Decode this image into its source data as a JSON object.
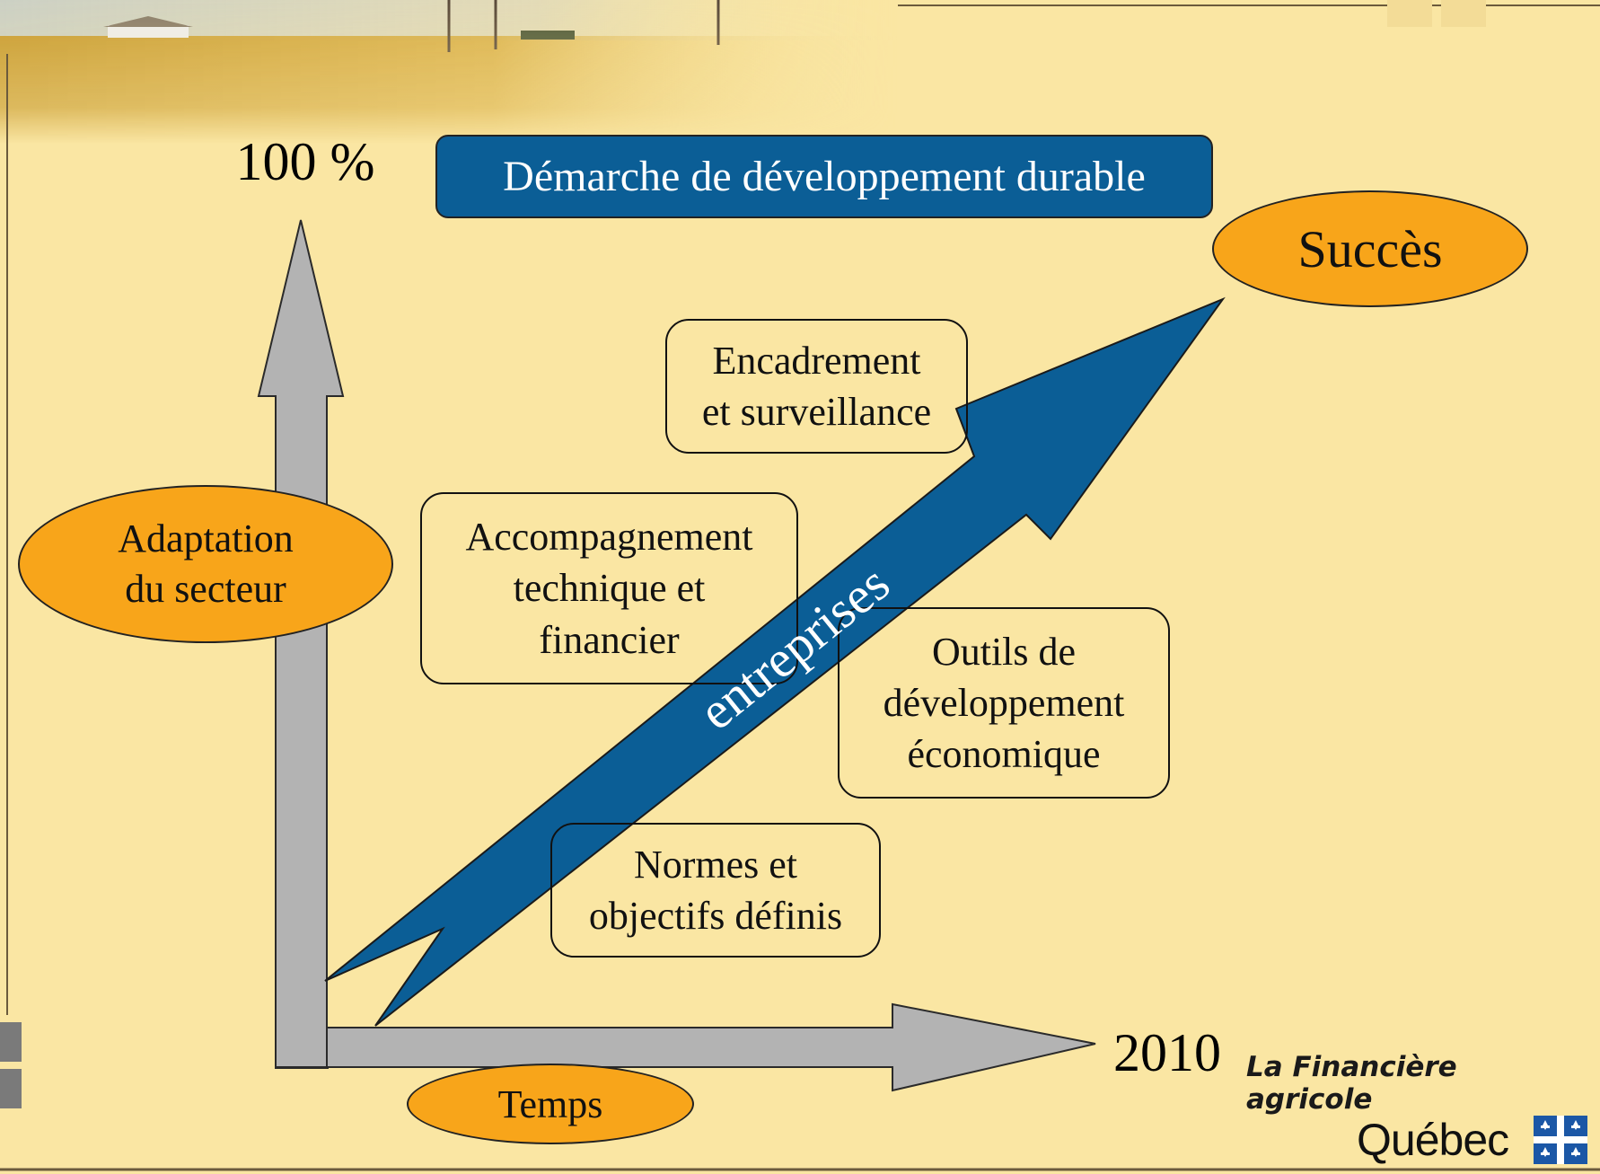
{
  "header": {
    "banner_title": "Démarche de développement durable"
  },
  "axes": {
    "y_top_label": "100 %",
    "x_end_label": "2010",
    "y_axis_ellipse": "Adaptation\ndu secteur",
    "x_axis_ellipse": "Temps"
  },
  "goal": {
    "label": "Succès"
  },
  "main_arrow": {
    "label": "entreprises",
    "color": "#0b5e96"
  },
  "boxes": [
    {
      "label": "Encadrement\net surveillance"
    },
    {
      "label": "Accompagnement\ntechnique et\nfinancier"
    },
    {
      "label": "Outils de\ndéveloppement\néconomique"
    },
    {
      "label": "Normes et\nobjectifs définis"
    }
  ],
  "logo": {
    "line1": "La Financière",
    "line2": "agricole",
    "line3": "Québec",
    "icon": "quebec-fleur-de-lis-flag-icon"
  },
  "colors": {
    "background": "#fae6a3",
    "ellipse_fill": "#f8a51a",
    "banner_fill": "#0b5e96",
    "axis_arrow_fill": "#b3b3b3"
  }
}
